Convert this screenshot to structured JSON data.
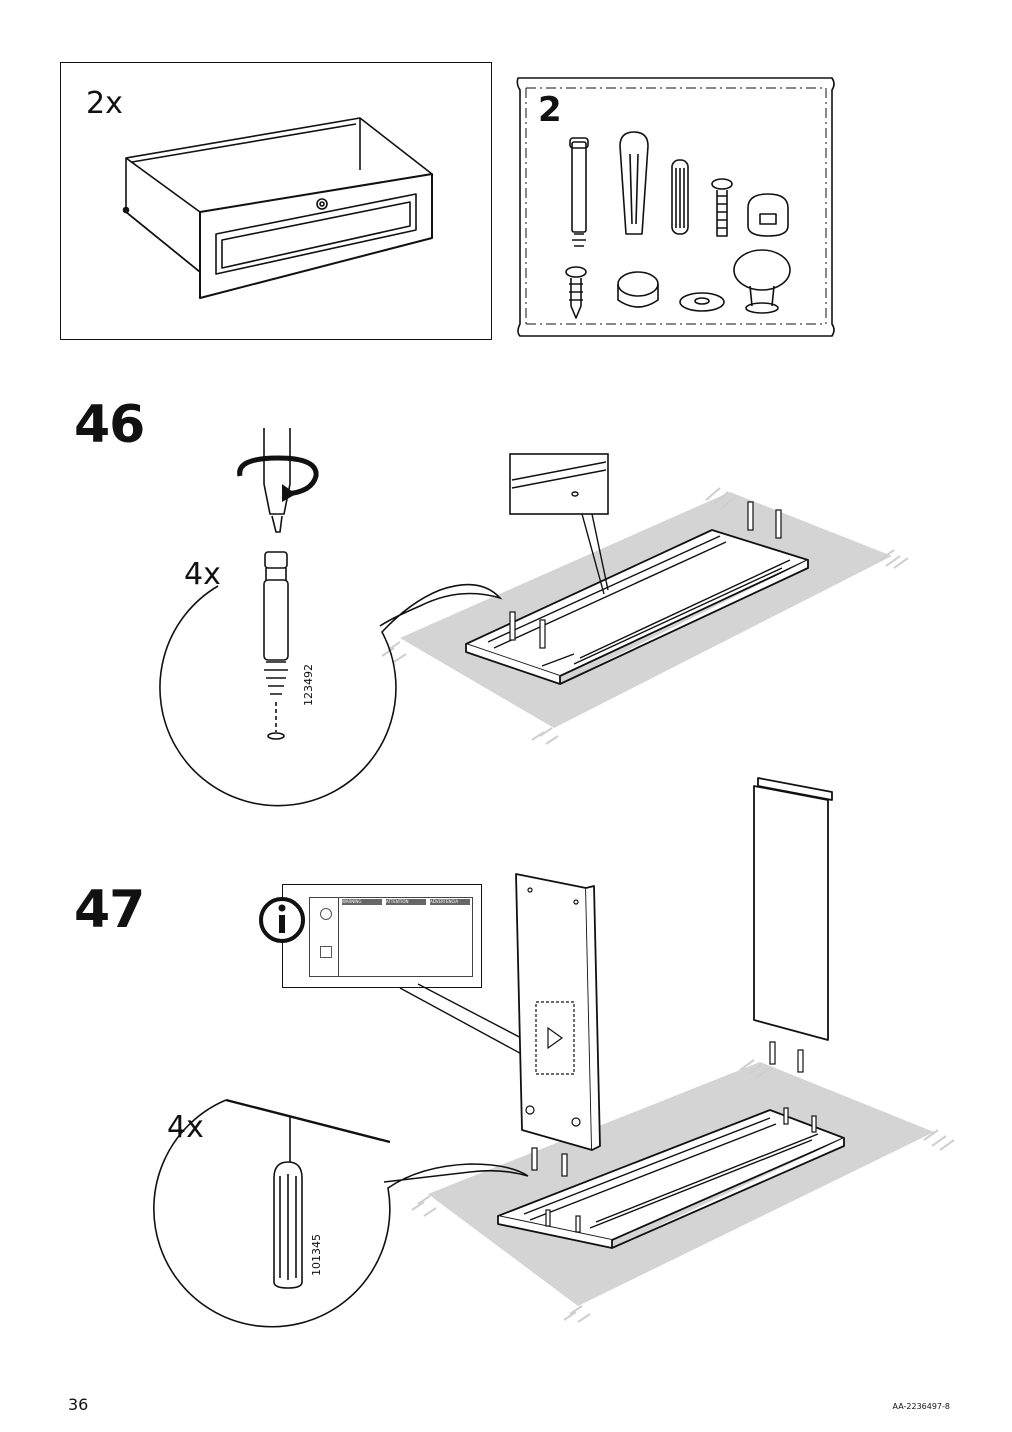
{
  "page": {
    "number": "36",
    "doc_id": "AA-2236497-8"
  },
  "overview": {
    "drawer_qty": "2x",
    "bag_number": "2"
  },
  "steps": [
    {
      "number": "46",
      "qty": "4x",
      "part_number": "123492"
    },
    {
      "number": "47",
      "qty": "4x",
      "part_number": "101345"
    }
  ],
  "warning_label": {
    "headers": [
      "WARNING",
      "ATTENTION",
      "ADVERTENCIA"
    ]
  },
  "icons": [
    "info-icon",
    "rotate-arrow-icon",
    "screwdriver-icon"
  ]
}
